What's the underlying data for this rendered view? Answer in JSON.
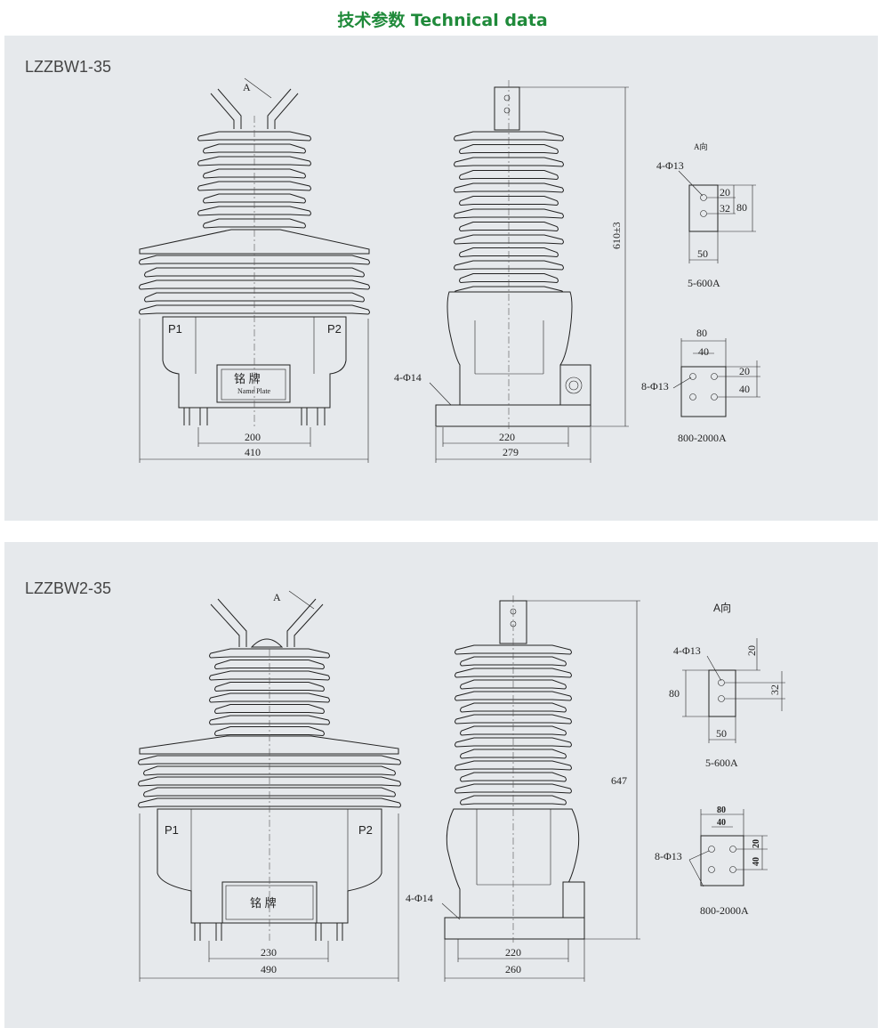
{
  "header": {
    "title": "技术参数  Technical data"
  },
  "panels": [
    {
      "model": "LZZBW1-35",
      "front": {
        "p1": "P1",
        "p2": "P2",
        "nameplate_cn": "铭  牌",
        "nameplate_en": "Name Plate",
        "dim_inner": "200",
        "dim_outer": "410",
        "arrow_label": "A"
      },
      "side": {
        "height": "610±3",
        "holes": "4-Φ14",
        "dim_inner": "220",
        "dim_outer": "279"
      },
      "detail_small": {
        "view_label": "A向",
        "holes": "4-Φ13",
        "d1": "20",
        "d2": "32",
        "d3": "80",
        "width": "50",
        "rating": "5-600A"
      },
      "detail_large": {
        "holes": "8-Φ13",
        "w_outer": "80",
        "w_inner": "40",
        "h1": "20",
        "h2": "40",
        "rating": "800-2000A"
      }
    },
    {
      "model": "LZZBW2-35",
      "front": {
        "p1": "P1",
        "p2": "P2",
        "nameplate_cn": "铭  牌",
        "dim_inner": "230",
        "dim_outer": "490",
        "arrow_label": "A"
      },
      "side": {
        "height": "647",
        "holes": "4-Φ14",
        "dim_inner": "220",
        "dim_outer": "260"
      },
      "detail_small": {
        "view_label": "A向",
        "holes": "4-Φ13",
        "d1": "20",
        "d2": "32",
        "d3": "80",
        "width": "50",
        "rating": "5-600A"
      },
      "detail_large": {
        "holes": "8-Φ13",
        "w_outer": "80",
        "w_inner": "40",
        "h1": "20",
        "h2": "40",
        "rating": "800-2000A"
      }
    }
  ]
}
